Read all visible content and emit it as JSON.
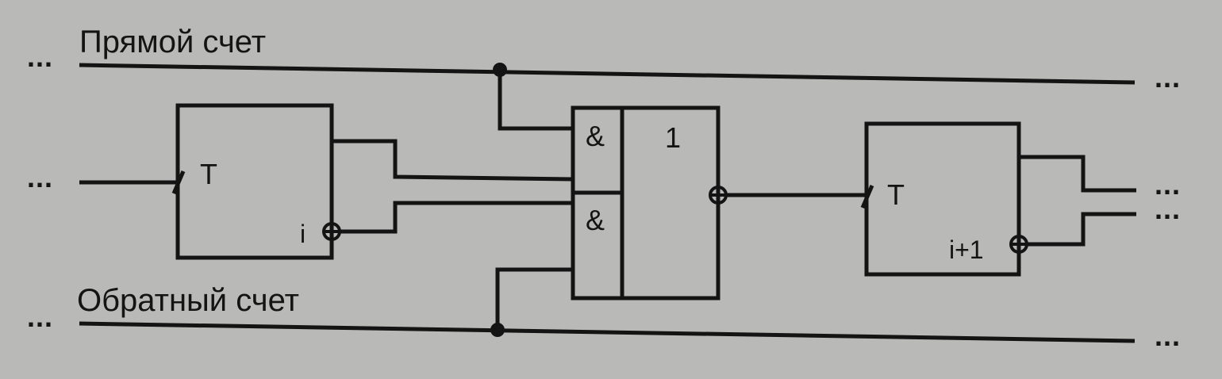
{
  "labels": {
    "forward_count": "Прямой счет",
    "reverse_count": "Обратный счет",
    "trigger_left": "T",
    "trigger_left_index": "i",
    "and_top": "&",
    "and_bottom": "&",
    "or_gate": "1",
    "trigger_right": "T",
    "trigger_right_index": "i+1",
    "ellipsis": "..."
  },
  "colors": {
    "background": "#b9b9b7",
    "ink": "#141414"
  }
}
